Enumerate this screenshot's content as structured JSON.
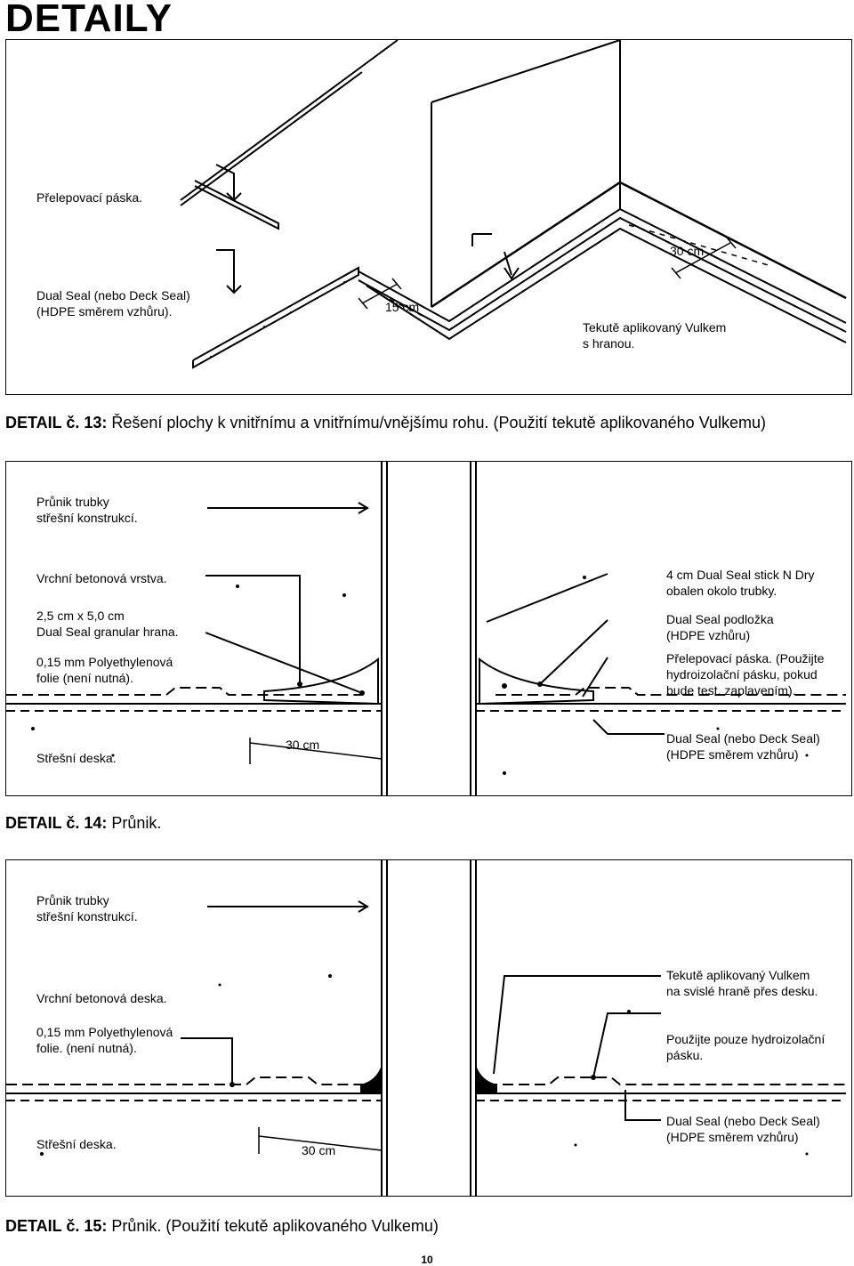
{
  "page_title": "DETAILY",
  "detail13": {
    "labels": {
      "tape": "Přelepovací páska.",
      "dual_seal": "Dual Seal (nebo Deck Seal)\n(HDPE směrem vzhůru).",
      "vulkem": "Tekutě aplikovaný Vulkem\ns hranou."
    },
    "dims": {
      "d15": "15 cm",
      "d30": "30 cm"
    },
    "caption_bold": "DETAIL č. 13:",
    "caption_text": " Řešení plochy k vnitřnímu a vnitřnímu/vnějšímu rohu. (Použití tekutě aplikovaného Vulkemu)"
  },
  "detail14": {
    "labels": {
      "pipe": "Průnik trubky\nstřešní konstrukcí.",
      "concrete": "Vrchní betonová vrstva.",
      "granular": "2,5 cm x 5,0 cm\nDual Seal granular hrana.",
      "poly": "0,15 mm Polyethylenová\nfolie (není nutná).",
      "slab": "Střešní deska.",
      "stick": "4 cm Dual Seal stick N Dry\nobalen okolo trubky.",
      "underlay": "Dual Seal podložka\n(HDPE vzhůru)",
      "tape": "Přelepovací páska. (Použijte\nhydroizolační pásku, pokud\nbude test. zaplavením).",
      "dual_seal": "Dual Seal (nebo Deck Seal)\n(HDPE směrem vzhůru)"
    },
    "dims": {
      "d30": "30 cm"
    },
    "caption_bold": "DETAIL č. 14:",
    "caption_text": " Průnik."
  },
  "detail15": {
    "labels": {
      "pipe": "Průnik trubky\nstřešní konstrukcí.",
      "concrete": "Vrchní betonová deska.",
      "poly": "0,15 mm Polyethylenová\nfolie. (není nutná).",
      "slab": "Střešní deska.",
      "vulkem": "Tekutě aplikovaný Vulkem\nna svislé hraně přes desku.",
      "tape": "Použijte pouze hydroizolační\npásku.",
      "dual_seal": "Dual Seal (nebo Deck Seal)\n(HDPE směrem vzhůru)"
    },
    "dims": {
      "d30": "30 cm"
    },
    "caption_bold": "DETAIL č. 15:",
    "caption_text": " Průnik. (Použití tekutě aplikovaného Vulkemu)"
  },
  "page_number": "10"
}
